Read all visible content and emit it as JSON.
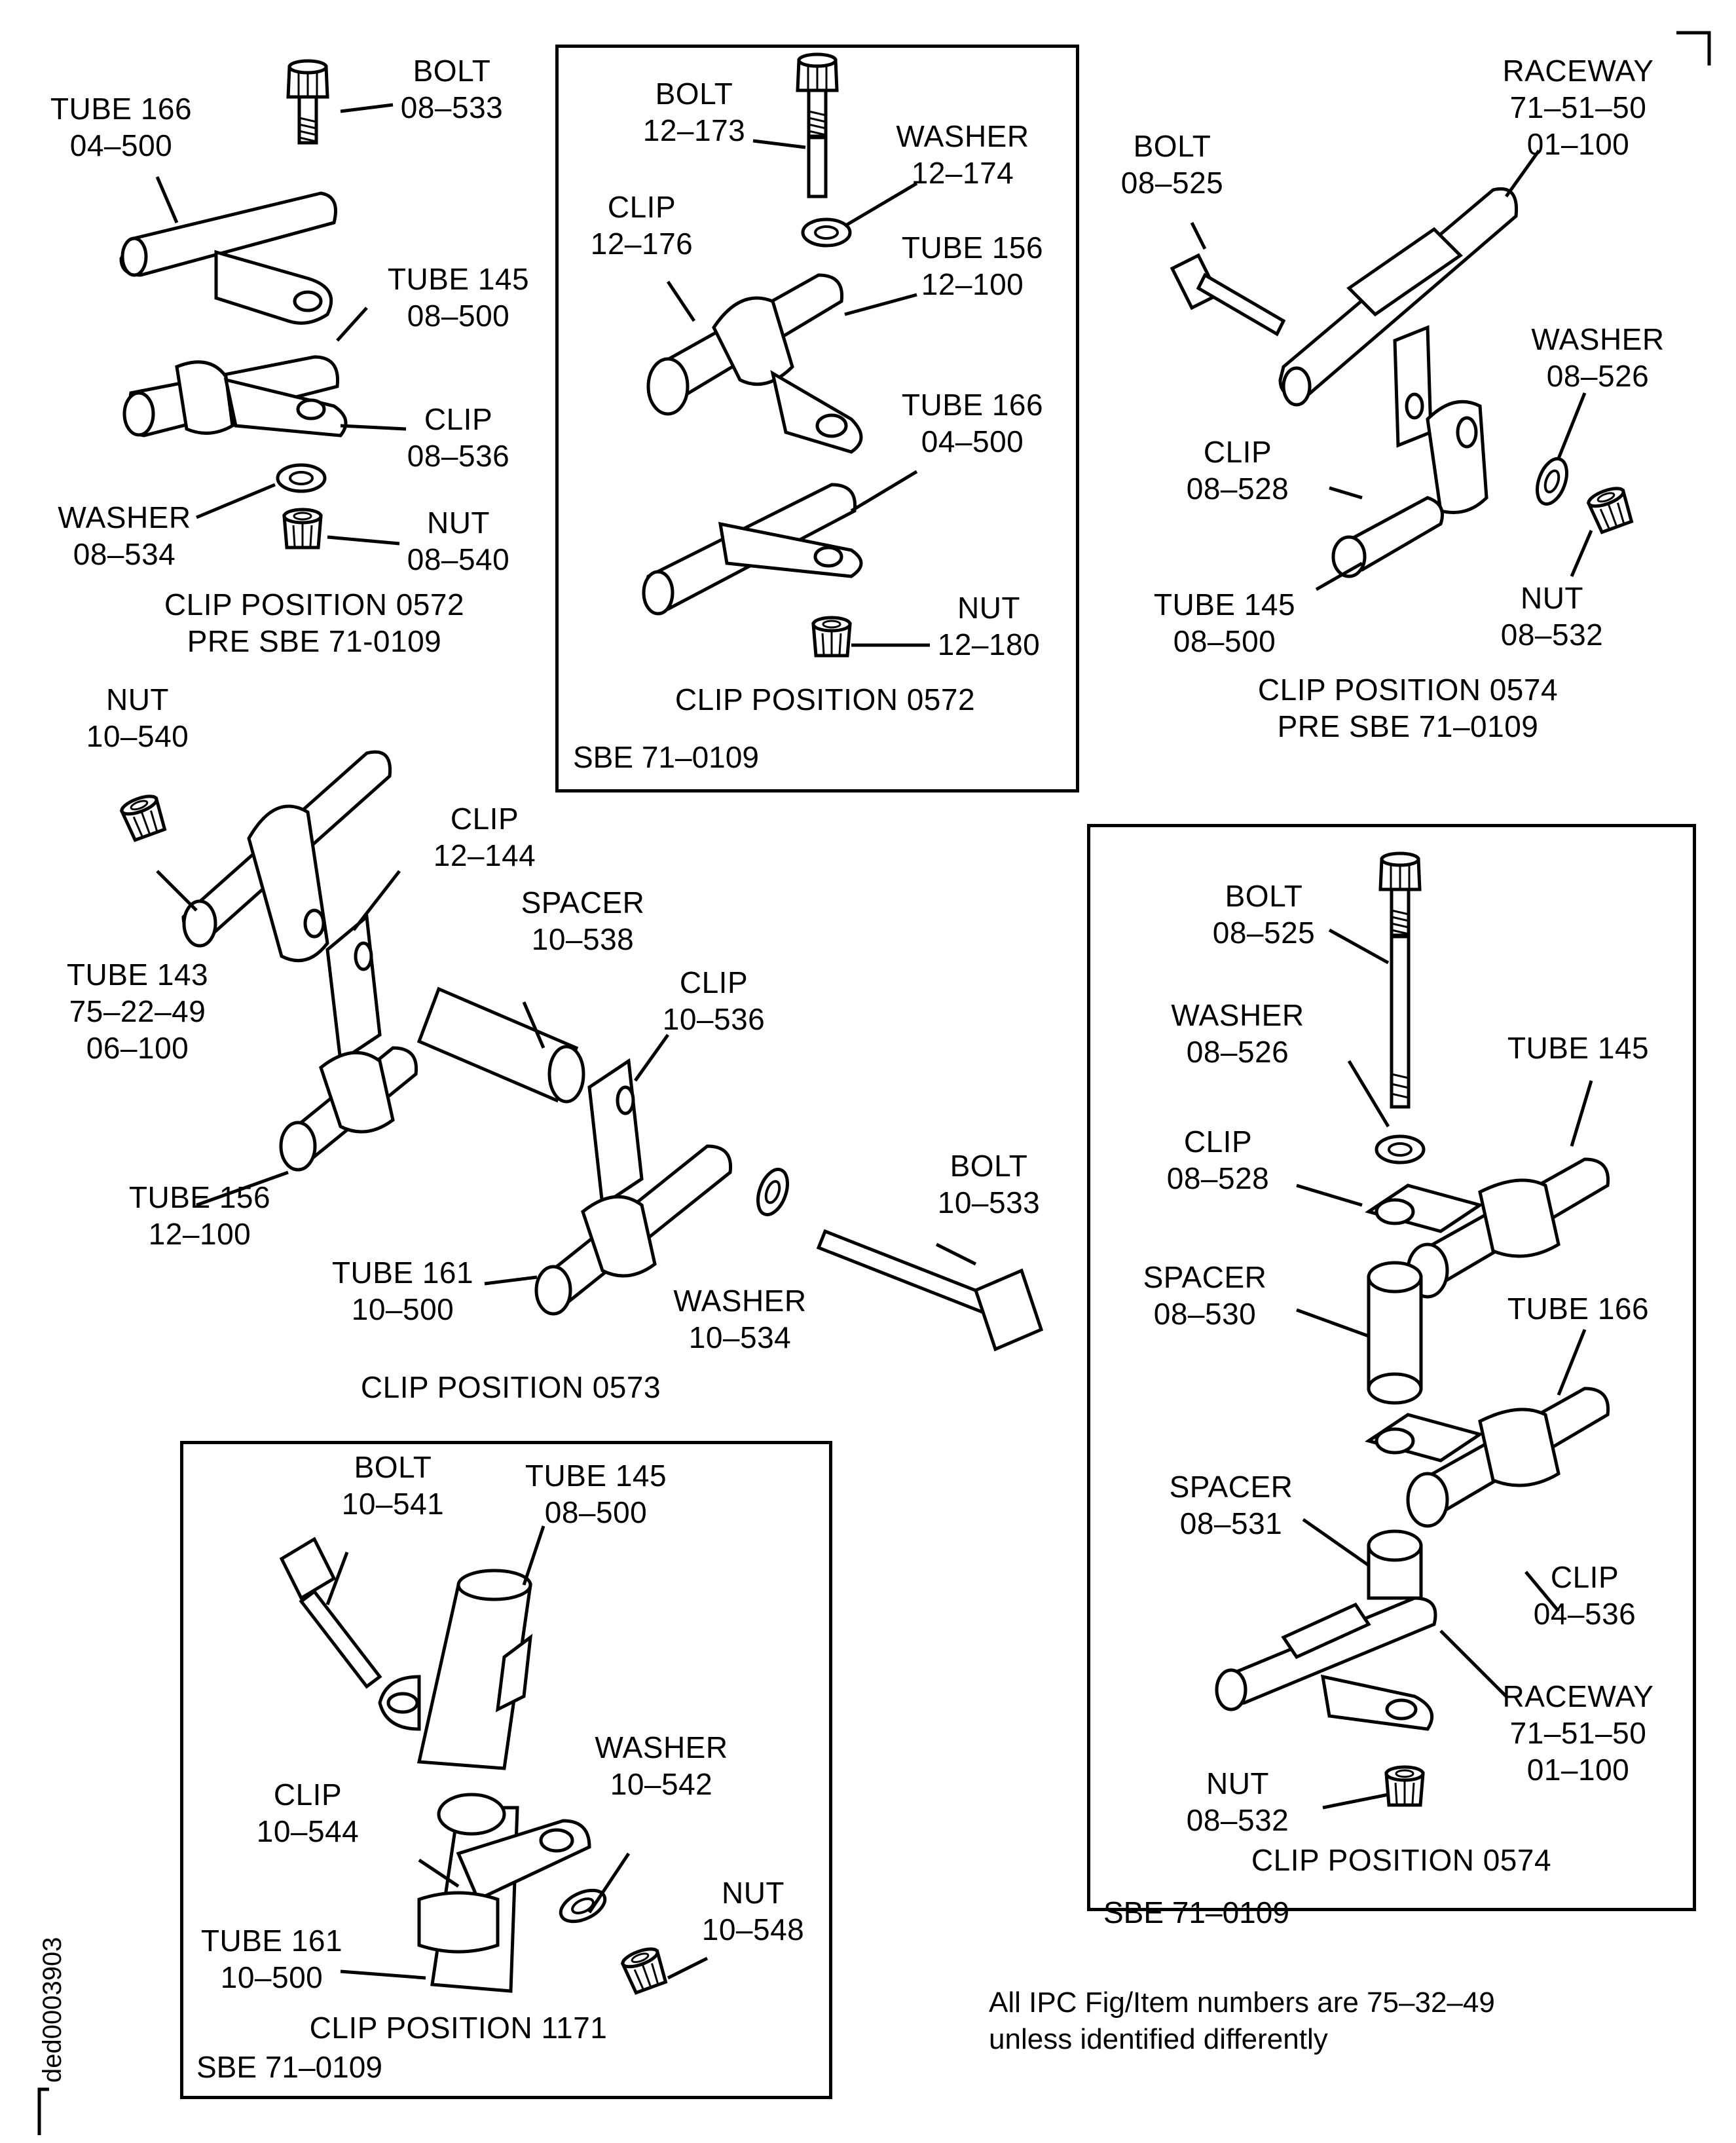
{
  "panels": {
    "p0572_pre": {
      "title": "CLIP POSITION 0572",
      "subtitle": "PRE SBE 71-0109",
      "labels": {
        "tube166": [
          "TUBE 166",
          "04–500"
        ],
        "bolt": [
          "BOLT",
          "08–533"
        ],
        "tube145": [
          "TUBE 145",
          "08–500"
        ],
        "clip": [
          "CLIP",
          "08–536"
        ],
        "washer": [
          "WASHER",
          "08–534"
        ],
        "nut": [
          "NUT",
          "08–540"
        ]
      }
    },
    "p0572_sbe": {
      "title": "CLIP POSITION 0572",
      "sbe": "SBE 71–0109",
      "labels": {
        "bolt": [
          "BOLT",
          "12–173"
        ],
        "washer": [
          "WASHER",
          "12–174"
        ],
        "clip": [
          "CLIP",
          "12–176"
        ],
        "tube156": [
          "TUBE 156",
          "12–100"
        ],
        "tube166": [
          "TUBE 166",
          "04–500"
        ],
        "nut": [
          "NUT",
          "12–180"
        ]
      }
    },
    "p0574_pre": {
      "title": "CLIP POSITION 0574",
      "subtitle": "PRE SBE 71–0109",
      "labels": {
        "raceway": [
          "RACEWAY",
          "71–51–50",
          "01–100"
        ],
        "bolt": [
          "BOLT",
          "08–525"
        ],
        "washer": [
          "WASHER",
          "08–526"
        ],
        "clip": [
          "CLIP",
          "08–528"
        ],
        "tube145": [
          "TUBE 145",
          "08–500"
        ],
        "nut": [
          "NUT",
          "08–532"
        ]
      }
    },
    "p0573": {
      "title": "CLIP POSITION 0573",
      "labels": {
        "nut": [
          "NUT",
          "10–540"
        ],
        "clip12": [
          "CLIP",
          "12–144"
        ],
        "spacer": [
          "SPACER",
          "10–538"
        ],
        "tube143": [
          "TUBE 143",
          "75–22–49",
          "06–100"
        ],
        "clip10": [
          "CLIP",
          "10–536"
        ],
        "bolt": [
          "BOLT",
          "10–533"
        ],
        "tube156": [
          "TUBE 156",
          "12–100"
        ],
        "tube161": [
          "TUBE 161",
          "10–500"
        ],
        "washer": [
          "WASHER",
          "10–534"
        ]
      }
    },
    "p0574_sbe": {
      "title": "CLIP POSITION 0574",
      "sbe": "SBE 71–0109",
      "labels": {
        "bolt": [
          "BOLT",
          "08–525"
        ],
        "washer": [
          "WASHER",
          "08–526"
        ],
        "tube145": [
          "TUBE 145",
          ""
        ],
        "clip528": [
          "CLIP",
          "08–528"
        ],
        "spacer530": [
          "SPACER",
          "08–530"
        ],
        "tube166": [
          "TUBE 166",
          ""
        ],
        "spacer531": [
          "SPACER",
          "08–531"
        ],
        "clip536": [
          "CLIP",
          "04–536"
        ],
        "raceway": [
          "RACEWAY",
          "71–51–50",
          "01–100"
        ],
        "nut": [
          "NUT",
          "08–532"
        ]
      }
    },
    "p1171": {
      "title": "CLIP POSITION 1171",
      "sbe": "SBE 71–0109",
      "labels": {
        "bolt": [
          "BOLT",
          "10–541"
        ],
        "tube145": [
          "TUBE 145",
          "08–500"
        ],
        "washer": [
          "WASHER",
          "10–542"
        ],
        "clip": [
          "CLIP",
          "10–544"
        ],
        "nut": [
          "NUT",
          "10–548"
        ],
        "tube161": [
          "TUBE 161",
          "10–500"
        ]
      }
    }
  },
  "footnote": [
    "All IPC Fig/Item numbers are 75–32–49",
    "unless identified differently"
  ],
  "drawing_id": "ded0003903"
}
